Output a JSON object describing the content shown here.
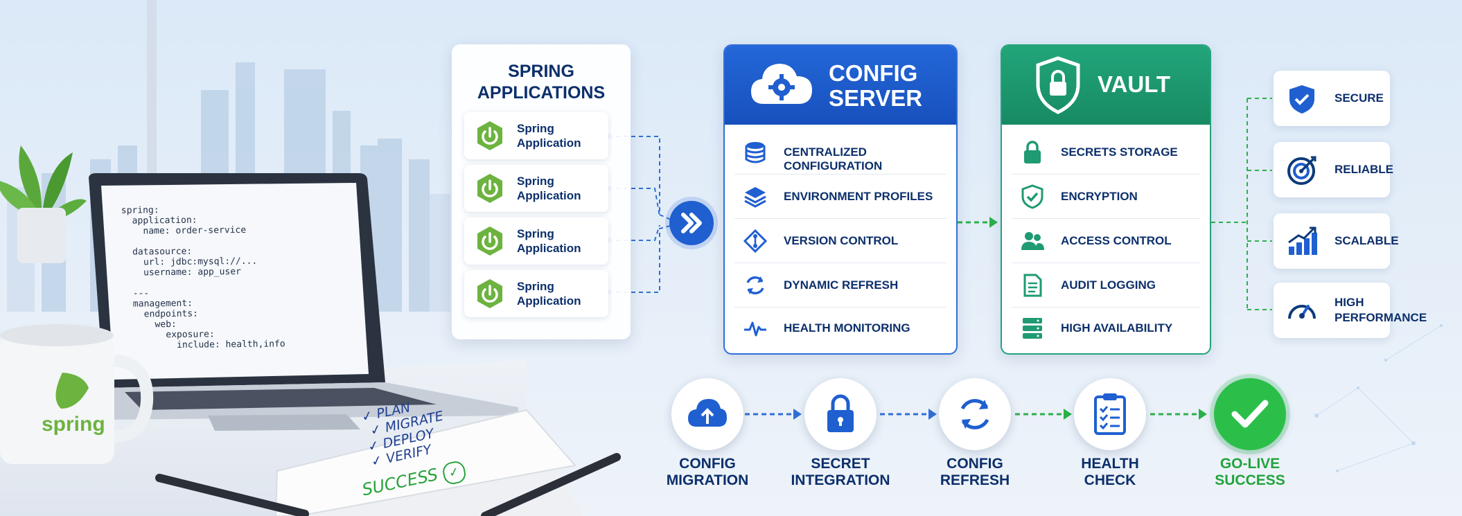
{
  "spring_apps": {
    "title_line1": "SPRING",
    "title_line2": "APPLICATIONS",
    "items": [
      {
        "line1": "Spring",
        "line2": "Application"
      },
      {
        "line1": "Spring",
        "line2": "Application"
      },
      {
        "line1": "Spring",
        "line2": "Application"
      },
      {
        "line1": "Spring",
        "line2": "Application"
      }
    ]
  },
  "config_server": {
    "title_line1": "CONFIG",
    "title_line2": "SERVER",
    "header_color": "#1f5fd0",
    "features": [
      {
        "icon": "database-icon",
        "label": "CENTRALIZED CONFIGURATION"
      },
      {
        "icon": "layers-icon",
        "label": "ENVIRONMENT PROFILES"
      },
      {
        "icon": "git-branch-icon",
        "label": "VERSION CONTROL"
      },
      {
        "icon": "refresh-icon",
        "label": "DYNAMIC REFRESH"
      },
      {
        "icon": "heartbeat-icon",
        "label": "HEALTH MONITORING"
      }
    ]
  },
  "vault": {
    "title": "VAULT",
    "header_color": "#1f9a73",
    "features": [
      {
        "icon": "lock-icon",
        "label": "SECRETS STORAGE"
      },
      {
        "icon": "shield-check-icon",
        "label": "ENCRYPTION"
      },
      {
        "icon": "users-icon",
        "label": "ACCESS CONTROL"
      },
      {
        "icon": "document-icon",
        "label": "AUDIT LOGGING"
      },
      {
        "icon": "server-icon",
        "label": "HIGH AVAILABILITY"
      }
    ]
  },
  "benefits": [
    {
      "icon": "shield-icon",
      "line1": "SECURE",
      "line2": ""
    },
    {
      "icon": "target-icon",
      "line1": "RELIABLE",
      "line2": ""
    },
    {
      "icon": "growth-chart-icon",
      "line1": "SCALABLE",
      "line2": ""
    },
    {
      "icon": "gauge-icon",
      "line1": "HIGH",
      "line2": "PERFORMANCE"
    }
  ],
  "flow_steps": [
    {
      "icon": "cloud-upload-icon",
      "line1": "CONFIG",
      "line2": "MIGRATION"
    },
    {
      "icon": "padlock-icon",
      "line1": "SECRET",
      "line2": "INTEGRATION"
    },
    {
      "icon": "sync-icon",
      "line1": "CONFIG",
      "line2": "REFRESH"
    },
    {
      "icon": "clipboard-check-icon",
      "line1": "HEALTH",
      "line2": "CHECK"
    },
    {
      "icon": "checkmark-icon",
      "line1": "GO-LIVE",
      "line2": "SUCCESS"
    }
  ],
  "laptop_code": [
    "spring:",
    "  application:",
    "    name: order-service",
    "",
    "  datasource:",
    "    url: jdbc:mysql://...",
    "    username: app_user",
    "",
    "  ---",
    "  management:",
    "    endpoints:",
    "      web:",
    "        exposure:",
    "          include: health,info"
  ],
  "mug_brand": "spring",
  "notebook_checklist": [
    "PLAN",
    "MIGRATE",
    "DEPLOY",
    "VERIFY"
  ],
  "notebook_result": "SUCCESS",
  "colors": {
    "navy_text": "#0c2f6b",
    "blue_accent": "#1f5fd0",
    "green_accent": "#1f9a73",
    "bright_green": "#2bbf4a",
    "spring_green": "#6db33f"
  }
}
